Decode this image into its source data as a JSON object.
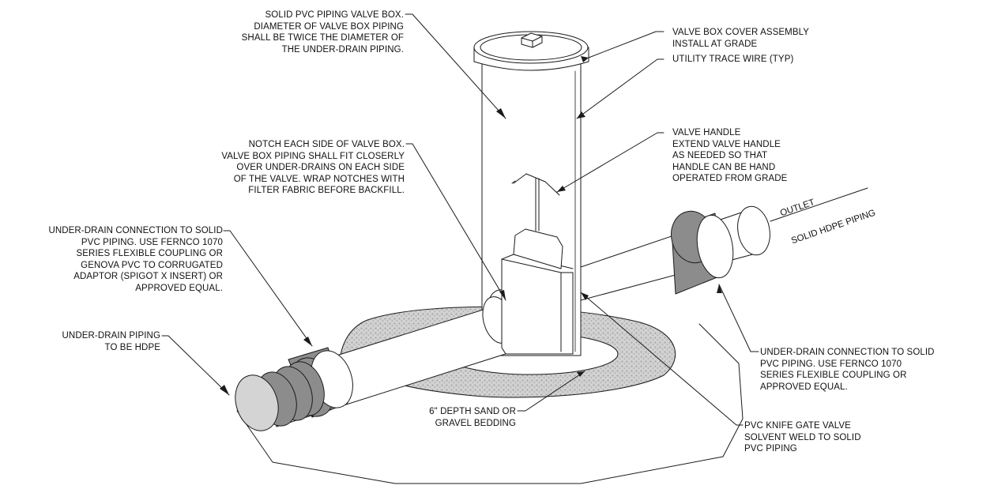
{
  "callouts": {
    "valve_box": [
      "SOLID PVC PIPING VALVE BOX.",
      "DIAMETER OF VALVE BOX PIPING",
      "SHALL BE TWICE THE DIAMETER OF",
      "THE UNDER-DRAIN PIPING."
    ],
    "cover": [
      "VALVE BOX COVER ASSEMBLY",
      "INSTALL AT GRADE"
    ],
    "trace_wire": [
      "UTILITY TRACE WIRE (TYP)"
    ],
    "valve_handle": [
      "VALVE HANDLE",
      "EXTEND VALVE HANDLE",
      "AS NEEDED SO THAT",
      "HANDLE CAN BE HAND",
      "OPERATED FROM GRADE"
    ],
    "notch": [
      "NOTCH EACH SIDE OF VALVE BOX.",
      "VALVE BOX PIPING SHALL FIT CLOSERLY",
      "OVER UNDER-DRAINS ON EACH SIDE",
      "OF THE VALVE. WRAP NOTCHES WITH",
      "FILTER FABRIC BEFORE BACKFILL."
    ],
    "connection_left": [
      "UNDER-DRAIN CONNECTION TO SOLID",
      "PVC PIPING. USE FERNCO 1070",
      "SERIES FLEXIBLE COUPLING OR",
      "GENOVA PVC TO CORRUGATED",
      "ADAPTOR (SPIGOT X INSERT) OR",
      "APPROVED EQUAL."
    ],
    "underdrain_pipe": [
      "UNDER-DRAIN PIPING",
      "TO BE HDPE"
    ],
    "bedding": [
      "6\" DEPTH SAND OR",
      "GRAVEL BEDDING"
    ],
    "knife_valve": [
      "PVC KNIFE GATE VALVE",
      "SOLVENT WELD TO SOLID",
      "PVC PIPING"
    ],
    "connection_right": [
      "UNDER-DRAIN CONNECTION TO SOLID",
      "PVC PIPING. USE FERNCO 1070",
      "SERIES FLEXIBLE COUPLING OR",
      "APPROVED EQUAL."
    ],
    "outlet": "OUTLET",
    "outlet_pipe": "SOLID HDPE PIPING"
  },
  "colors": {
    "line": "#1a1a1a",
    "coupling": "#8c8c8c",
    "pipe_end": "#d4d4d4",
    "bedding": "#c8c8c8",
    "paper": "#ffffff"
  }
}
